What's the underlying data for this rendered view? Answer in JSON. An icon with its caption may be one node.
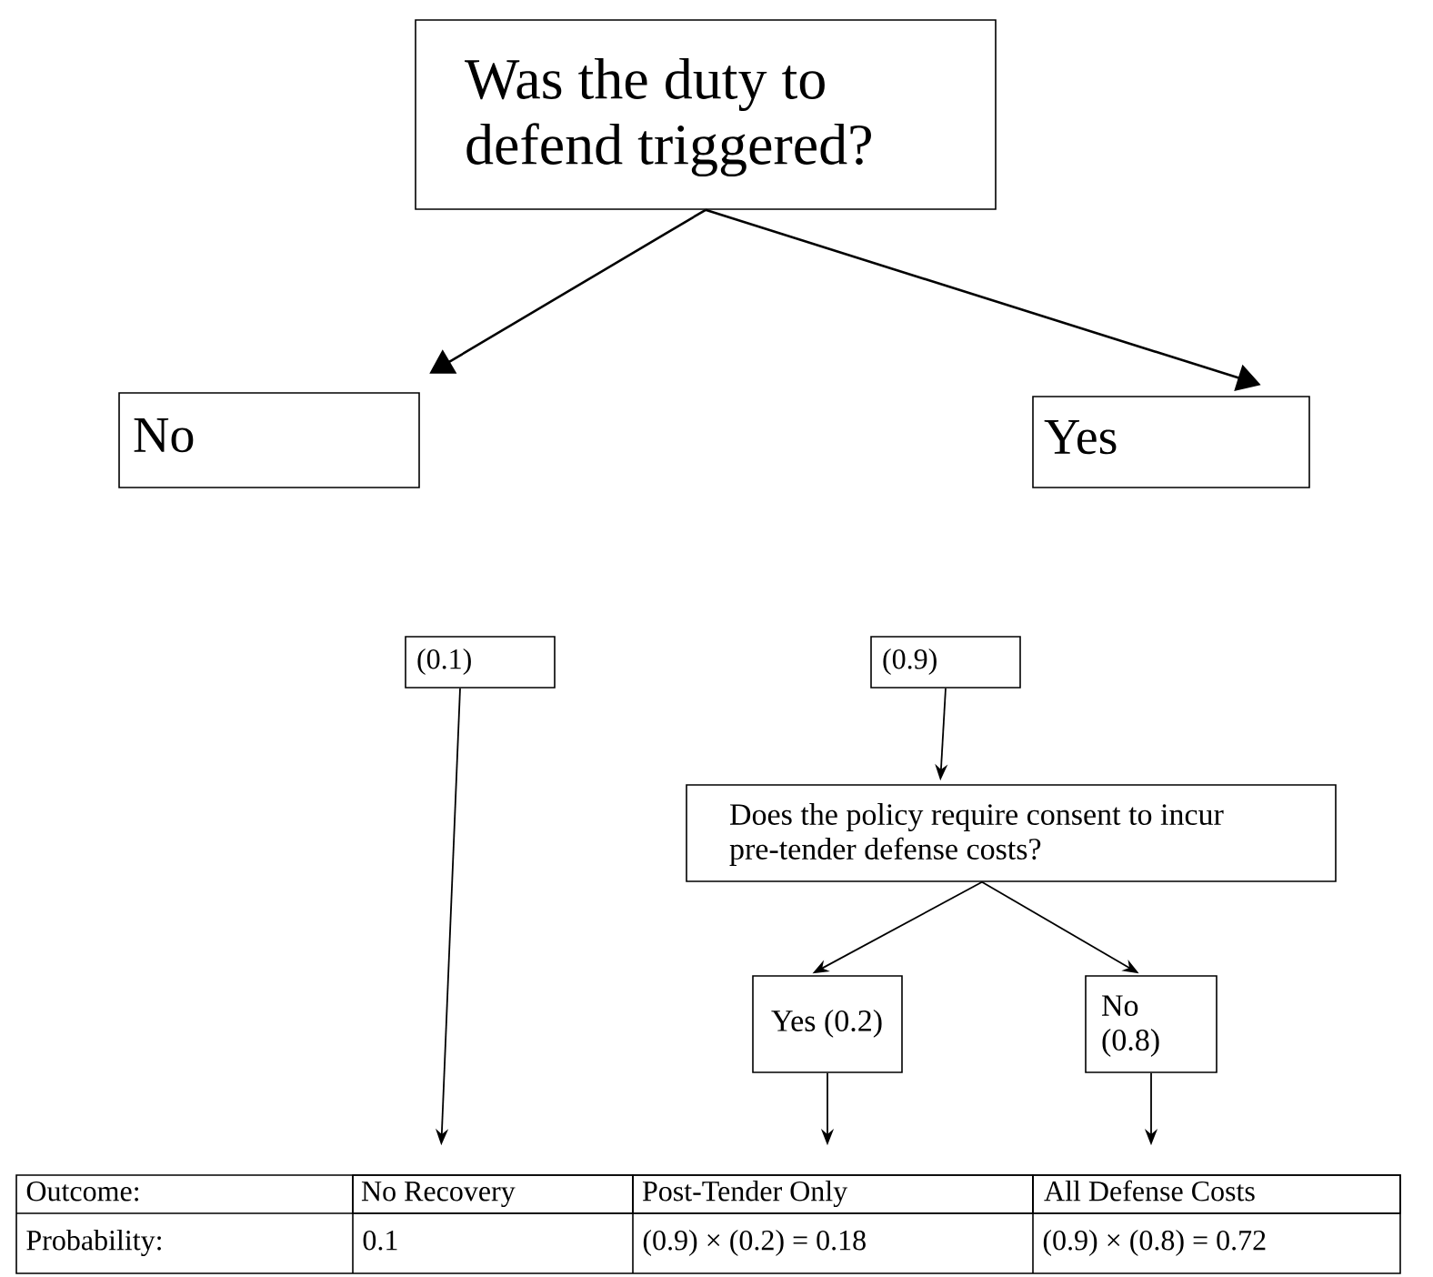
{
  "diagram": {
    "nodes": [
      {
        "text": [
          "Was the duty to defend triggered?"
        ]
      },
      {
        "text": [
          "No"
        ]
      },
      {
        "text": [
          "Yes"
        ]
      },
      {
        "text": [
          "(0.1)"
        ]
      },
      {
        "text": [
          "(0.9)"
        ]
      },
      {
        "text": [
          "Does the policy require consent to incur pre-tender defense costs?"
        ]
      },
      {
        "text": [
          "Yes (0.2)"
        ]
      },
      {
        "text": [
          "No (0.8)"
        ]
      },
      {
        "text": [
          "No Recovery"
        ]
      },
      {
        "text": [
          "Post-Tender Only"
        ]
      },
      {
        "text": [
          "All Defense Costs"
        ]
      }
    ],
    "edges": [
      {
        "from": 0,
        "to": 1,
        "arrow": "to"
      },
      {
        "from": 0,
        "to": 2,
        "arrow": "to"
      },
      {
        "from": 3,
        "to": 8,
        "arrow": "to"
      },
      {
        "from": 4,
        "to": 5,
        "arrow": "to"
      },
      {
        "from": 5,
        "to": 6,
        "arrow": "to"
      },
      {
        "from": 5,
        "to": 7,
        "arrow": "to"
      },
      {
        "from": 6,
        "to": 9,
        "arrow": "to"
      },
      {
        "from": 7,
        "to": 10,
        "arrow": "to"
      }
    ],
    "labels": [
      "Outcome:",
      "Probability:",
      "0.1",
      "(0.9) × (0.2) = 0.18",
      "(0.9) × (0.8) = 0.72"
    ]
  }
}
